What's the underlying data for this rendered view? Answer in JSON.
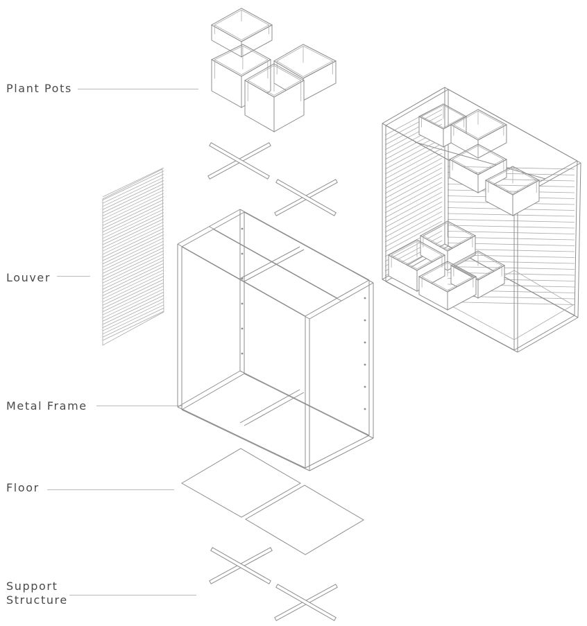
{
  "labels": {
    "plant_pots": "Plant Pots",
    "louver": "Louver",
    "metal_frame": "Metal Frame",
    "floor": "Floor",
    "support_structure_line1": "Support",
    "support_structure_line2": "Structure"
  },
  "colors": {
    "line": "#8c8c8c",
    "text": "#4a4a4a",
    "background": "#ffffff"
  }
}
